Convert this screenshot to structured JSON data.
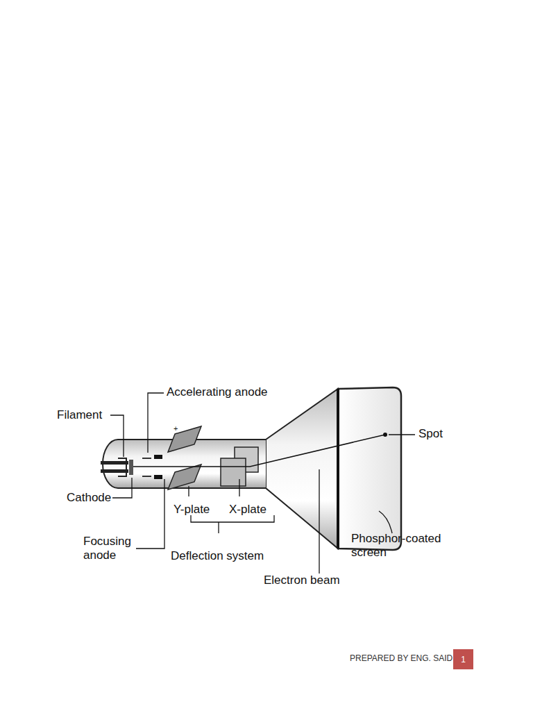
{
  "diagram": {
    "nodes": [
      {
        "text": [
          "1"
        ]
      }
    ],
    "labels": [
      "Accelerating anode",
      "Filament",
      "Cathode",
      "Focusing anode",
      "+",
      "Y-plate",
      "X-plate",
      "Deflection system",
      "Electron beam",
      "Spot",
      "Phosphor-coated screen",
      "PREPARED BY ENG. SAID"
    ]
  }
}
